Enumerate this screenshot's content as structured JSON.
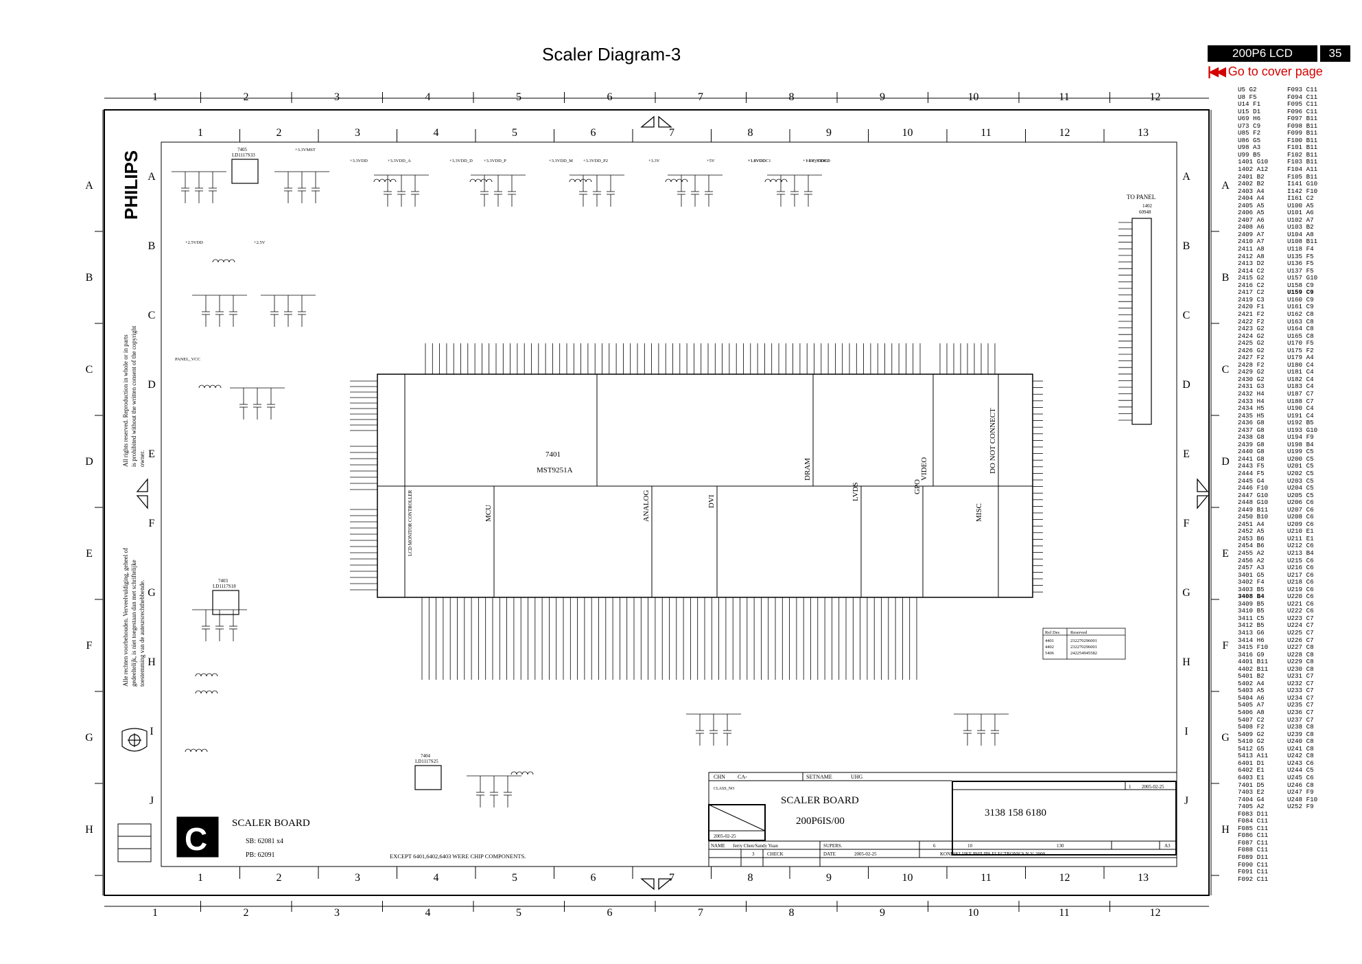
{
  "header": {
    "title": "Scaler Diagram-3",
    "model": "200P6 LCD",
    "page": "35",
    "cover_link": "Go to cover page"
  },
  "grid": {
    "outer_cols": [
      "1",
      "2",
      "3",
      "4",
      "5",
      "6",
      "7",
      "8",
      "9",
      "10",
      "11",
      "12"
    ],
    "outer_rows": [
      "A",
      "B",
      "C",
      "D",
      "E",
      "F",
      "G",
      "H"
    ],
    "inner_cols": [
      "1",
      "2",
      "3",
      "4",
      "5",
      "6",
      "7",
      "8",
      "9",
      "10",
      "11",
      "12",
      "13"
    ],
    "inner_rows": [
      "A",
      "B",
      "C",
      "D",
      "E",
      "F",
      "G",
      "H",
      "I",
      "J"
    ]
  },
  "brand": {
    "logo": "PHILIPS"
  },
  "copyright": [
    "All rights reserved. Reproduction in whole or in parts",
    "is prohibited without the written consent of the copyright",
    "owner.",
    "Alle rechten voorbehouden. Verveelvuldiging, geheel of",
    "gedeeltelijk, is niet toegestaan dan met schriftelijke",
    "toestemming van de auteursrechthebbende."
  ],
  "ic": {
    "ref": "7401",
    "part": "MST9251A",
    "blocks": [
      "MCU",
      "ANALOG",
      "DVI",
      "DRAM",
      "LVDS",
      "GPO",
      "VIDEO",
      "DO NOT CONNECT",
      "MISC"
    ],
    "side_label": "LCD MONITOR CONTROLLER"
  },
  "regulators": [
    {
      "ref": "7405",
      "part": "LD1117S33"
    },
    {
      "ref": "7403",
      "part": "LD1117S18"
    },
    {
      "ref": "7404",
      "part": "LD1117S25"
    }
  ],
  "supply_labels": [
    "+3.3VMST",
    "+3.3VDD",
    "+3.3VDD_A",
    "+3.3VDD_D",
    "+3.3VDD_P",
    "+3.3VDD_M",
    "+3.3VDD_P2",
    "+3.3V",
    "+5V",
    "+1.8VDD",
    "+1.8V_VIDEO",
    "+1.8VDDC1",
    "+1.8VDDC2",
    "+2.5VDD",
    "+2.5V",
    "PANEL_VCC"
  ],
  "connector": {
    "ref": "1402",
    "part": "60948",
    "label": "TO PANEL"
  },
  "reserved_table": {
    "headers": [
      "Ref Des",
      "Reserved"
    ],
    "rows": [
      [
        "4401",
        "232270296001"
      ],
      [
        "4402",
        "232270296001"
      ],
      [
        "5406",
        "242254945582"
      ]
    ]
  },
  "bottom_left": {
    "letter": "C",
    "title": "SCALER BOARD",
    "sb": "SB: 62081 x4",
    "pb": "PB: 62091",
    "note": "EXCEPT 6401,6402,6403 WERE CHIP COMPONENTS."
  },
  "title_block": {
    "chn": "CHN",
    "ca": "CA-",
    "setname": "SETNAME",
    "setname_val": "UHG",
    "class_no": "CLASS_NO",
    "board": "SCALER BOARD",
    "model": "200P6IS/00",
    "doc_no": "3138 158 6180",
    "date1": "2005-02-25",
    "date2": "2005-02-25",
    "rev": "1",
    "name": "Jerry Chen/Sandy Yuan",
    "supers": "SUPERS.",
    "check": "CHECK",
    "date_label": "DATE",
    "date3": "2005-02-25",
    "company": "KONINKLIJKE PHILIPS ELECTRONICS N.V. 2000",
    "num6": "6",
    "num10": "10",
    "num130": "130",
    "a3": "A3",
    "num3": "3",
    "nr_label": "NAME"
  },
  "ref_list_col1": [
    "U5 G2",
    "U8 F5",
    "U14 F1",
    "U15 D1",
    "U69 H6",
    "U73 C9",
    "U85 F2",
    "U86 G5",
    "U98 A3",
    "U99 B5",
    "1401 G10",
    "1402 A12",
    "2401 B2",
    "2402 B2",
    "2403 A4",
    "2404 A4",
    "2405 A5",
    "2406 A5",
    "2407 A6",
    "2408 A6",
    "2409 A7",
    "2410 A7",
    "2411 A8",
    "2412 A8",
    "2413 D2",
    "2414 C2",
    "2415 G2",
    "2416 C2",
    "2417 C2",
    "2419 C3",
    "2420 F1",
    "2421 F2",
    "2422 F2",
    "2423 G2",
    "2424 G2",
    "2425 G2",
    "2426 G2",
    "2427 F2",
    "2428 F2",
    "2429 G2",
    "2430 G2",
    "2431 G3",
    "2432 H4",
    "2433 H4",
    "2434 H5",
    "2435 H5",
    "2436 G8",
    "2437 G8",
    "2438 G8",
    "2439 G8",
    "2440 G8",
    "2441 G8",
    "2443 F5",
    "2444 F5",
    "2445 G4",
    "2446 F10",
    "2447 G10",
    "2448 G10",
    "2449 B11",
    "2450 B10",
    "2451 A4",
    "2452 A5",
    "2453 B6",
    "2454 B6",
    "2455 A2",
    "2456 A2",
    "2457 A3",
    "3401 G5",
    "3402 F4",
    "3403 B5",
    "3408 B4",
    "3409 B5",
    "3410 B5",
    "3411 C5",
    "3412 B5",
    "3413 G6",
    "3414 H6",
    "3415 F10",
    "3416 G9",
    "4401 B11",
    "4402 B11",
    "5401 B2",
    "5402 A4",
    "5403 A5",
    "5404 A6",
    "5405 A7",
    "5406 A8",
    "5407 C2",
    "5408 F2",
    "5409 G2",
    "5410 G2",
    "5412 G5",
    "5413 A11",
    "6401 D1",
    "6402 E1",
    "6403 E1",
    "7401 D5",
    "7403 E2",
    "7404 G4",
    "7405 A2",
    "F083 D11",
    "F084 C11",
    "F085 C11",
    "F086 C11",
    "F087 C11",
    "F088 C11",
    "F089 D11",
    "F090 C11",
    "F091 C11",
    "F092 C11"
  ],
  "ref_list_col2": [
    "F093 C11",
    "F094 C11",
    "F095 C11",
    "F096 C11",
    "F097 B11",
    "F098 B11",
    "F099 B11",
    "F100 B11",
    "F101 B11",
    "F102 B11",
    "F103 B11",
    "F104 A11",
    "F105 B11",
    "I141 G10",
    "I142 F10",
    "I161 C2",
    "U100 A5",
    "U101 A6",
    "U102 A7",
    "U103 B2",
    "U104 A8",
    "U108 B11",
    "U118 F4",
    "U135 F5",
    "U136 F5",
    "U137 F5",
    "U157 G10",
    "U158 C9",
    "U159 C9",
    "U160 C9",
    "U161 C9",
    "U162 C8",
    "U163 C8",
    "U164 C8",
    "U165 C8",
    "U170 F5",
    "U175 F2",
    "U179 A4",
    "U180 C4",
    "U181 C4",
    "U182 C4",
    "U183 C4",
    "U187 C7",
    "U188 C7",
    "U190 C4",
    "U191 C4",
    "U192 B5",
    "U193 G10",
    "U194 F9",
    "U198 B4",
    "U199 C5",
    "U200 C5",
    "U201 C5",
    "U202 C5",
    "U203 C5",
    "U204 C5",
    "U205 C5",
    "U206 C6",
    "U207 C6",
    "U208 C6",
    "U209 C6",
    "U210 E1",
    "U211 E1",
    "U212 C6",
    "U213 B4",
    "U215 C6",
    "U216 C6",
    "U217 C6",
    "U218 C6",
    "U219 C6",
    "U220 C6",
    "U221 C6",
    "U222 C6",
    "U223 C7",
    "U224 C7",
    "U225 C7",
    "U226 C7",
    "U227 C8",
    "U228 C8",
    "U229 C8",
    "U230 C8",
    "U231 C7",
    "U232 C7",
    "U233 C7",
    "U234 C7",
    "U235 C7",
    "U236 C7",
    "U237 C7",
    "U238 C8",
    "U239 C8",
    "U240 C8",
    "U241 C8",
    "U242 C8",
    "U243 C6",
    "U244 C5",
    "U245 C6",
    "U246 C8",
    "U247 F9",
    "U248 F10",
    "U252 F9"
  ],
  "ref_highlights": [
    "3408 B4",
    "U159 C9"
  ]
}
